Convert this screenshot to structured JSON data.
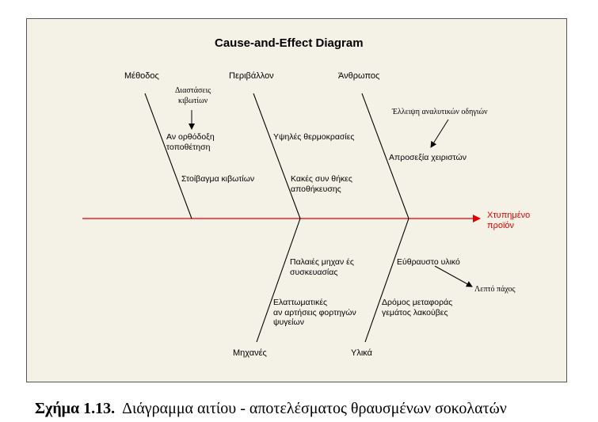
{
  "diagram": {
    "title": "Cause-and-Effect Diagram",
    "effect": {
      "label": "Χτυπημένο\nπροϊόν",
      "color": "#e00000"
    },
    "categories": {
      "methodos": "Μέθοδος",
      "perivallon": "Περιβάλλον",
      "anthropos": "Άνθρωπος",
      "michanes": "Μηχανές",
      "ylika": "Υλικά"
    },
    "causes": {
      "diastaseis": "Διαστάσεις\nκιβωτίων",
      "anorthodoxi": "Αν ορθόδοξη\nτοποθέτηση",
      "stoivagma": "Στοίβαγμα κιβωτίων",
      "ypsiles": "Υψηλές θερμοκρασίες",
      "kakes": "Κακές συν θήκες\nαποθήκευσης",
      "elleipsi": "Έλλειψη αναλυτικών οδηγιών",
      "aprosexia": "Απροσεξία χειριστών",
      "palaies": "Παλαιές μηχαν ές\nσυσκευασίας",
      "elattomatikes": "Ελαττωματικές\nαν αρτήσεις φορτηγών\nψυγείων",
      "evthrafsto": "Εύθραυστο υλικό",
      "lepto": "Λεπτό πάχος",
      "dromos": "Δρόμος μεταφοράς\nγεμάτος λακούβες"
    }
  },
  "caption": {
    "number": "Σχήμα 1.13.",
    "text": "Διάγραμμα αιτίου - αποτελέσματος θραυσμένων σοκολατών"
  }
}
